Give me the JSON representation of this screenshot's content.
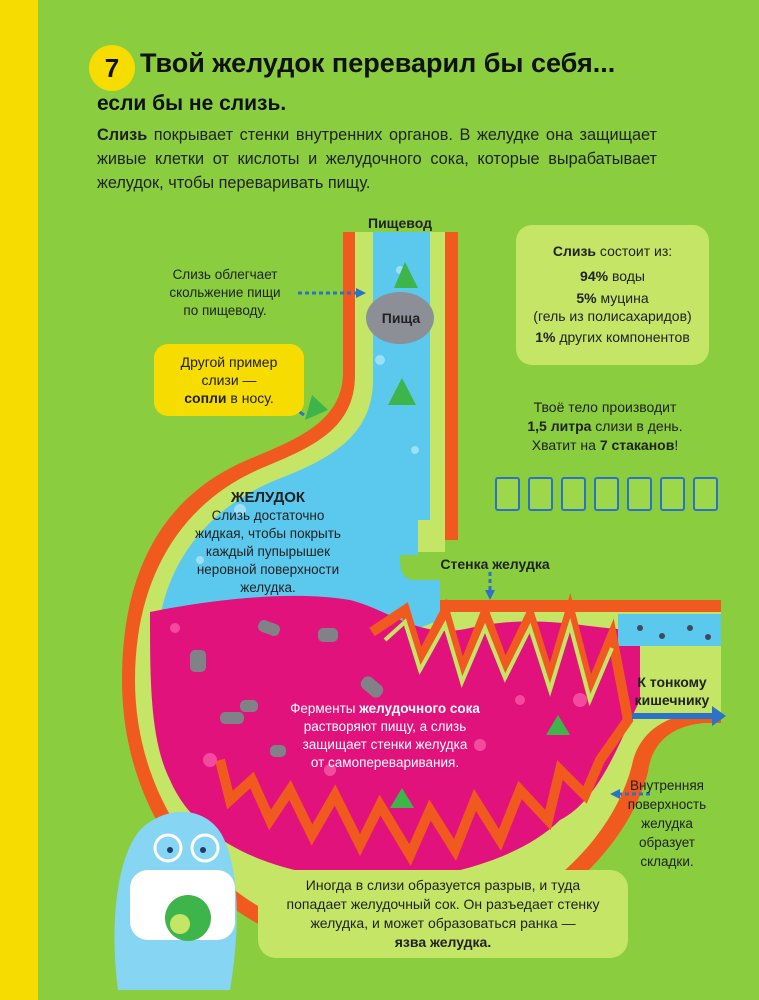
{
  "header": {
    "number": "7",
    "title": "Твой желудок переварил бы себя...",
    "subtitle": "если бы не слизь."
  },
  "intro": {
    "bold": "Слизь",
    "text": " покрывает стенки внутренних органов. В желудке она защищает живые клетки от кислоты и желудочного сока, которые вырабатывает желудок, чтобы переваривать пищу."
  },
  "labels": {
    "esophagus": "Пищевод",
    "food": "Пища",
    "esophagus_note": [
      "Слизь облегчает",
      "скольжение пищи",
      "по пищеводу."
    ],
    "snot": {
      "line1": "Другой пример",
      "line2": "слизи —",
      "bold": "сопли",
      "rest": " в носу."
    },
    "stomach_title": "ЖЕЛУДОК",
    "stomach_note": [
      "Слизь достаточно",
      "жидкая, чтобы покрыть",
      "каждый пупырышек",
      "неровной поверхности",
      "желудка."
    ],
    "wall": "Стенка желудка",
    "intestine": [
      "К тонкому",
      "кишечнику"
    ],
    "enzymes": {
      "pre": "Ферменты ",
      "bold": "желудочного сока",
      "l2": "растворяют пищу, а слизь",
      "l3": "защищает стенки желудка",
      "l4": "от самопереваривания."
    },
    "folds": [
      "Внутренняя",
      "поверхность",
      "желудка",
      "образует",
      "складки."
    ]
  },
  "composition": {
    "title_bold": "Слизь",
    "title_rest": " состоит из:",
    "water_bold": "94%",
    "water_rest": " воды",
    "mucin_bold": "5%",
    "mucin_rest": " муцина",
    "mucin_note": "(гель из полисахаридов)",
    "other_bold": "1%",
    "other_rest": " других компонентов"
  },
  "production": {
    "l1": "Твоё тело производит",
    "l2_bold": "1,5 литра",
    "l2_rest": " слизи в день.",
    "l3_pre": "Хватит на ",
    "l3_bold": "7 стаканов",
    "l3_post": "!",
    "glasses": 7
  },
  "ulcer": {
    "l1": "Иногда в слизи образуется разрыв, и туда",
    "l2": "попадает желудочный сок. Он разъедает стенку",
    "l3": "желудка, и может образоваться ранка —",
    "bold": "язва желудка."
  },
  "colors": {
    "background": "#8ACD3F",
    "strip": "#F7DC00",
    "wall": "#F05A1E",
    "mucus": "#C4E565",
    "juice": "#E2127C",
    "air": "#5BC8EE",
    "arrow": "#2C72C6"
  }
}
